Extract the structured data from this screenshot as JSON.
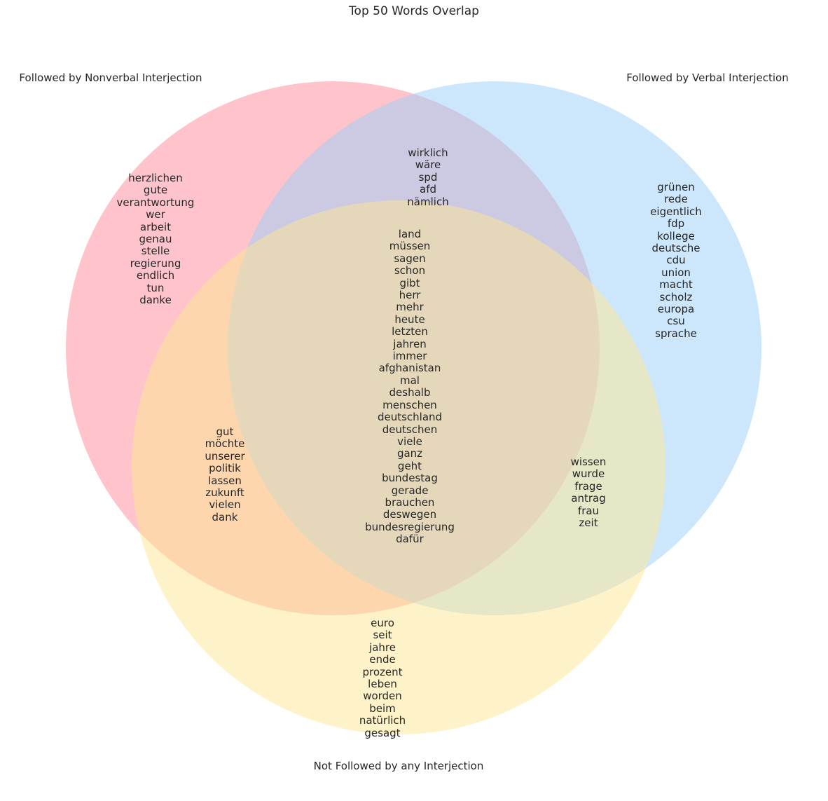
{
  "title": "Top 50 Words Overlap",
  "sets": {
    "nonverbal": {
      "label": "Followed by Nonverbal Interjection",
      "color": "#ff8a98"
    },
    "verbal": {
      "label": "Followed by Verbal Interjection",
      "color": "#9acdf9"
    },
    "none": {
      "label": "Not Followed by any Interjection",
      "color": "#fde791"
    }
  },
  "regions": {
    "nonverbal_only": [
      "herzlichen",
      "gute",
      "verantwortung",
      "wer",
      "arbeit",
      "genau",
      "stelle",
      "regierung",
      "endlich",
      "tun",
      "danke"
    ],
    "verbal_only": [
      "grünen",
      "rede",
      "eigentlich",
      "fdp",
      "kollege",
      "deutsche",
      "cdu",
      "union",
      "macht",
      "scholz",
      "europa",
      "csu",
      "sprache"
    ],
    "nonverbal_and_verbal": [
      "wirklich",
      "wäre",
      "spd",
      "afd",
      "nämlich"
    ],
    "all_three": [
      "land",
      "müssen",
      "sagen",
      "schon",
      "gibt",
      "herr",
      "mehr",
      "heute",
      "letzten",
      "jahren",
      "immer",
      "afghanistan",
      "mal",
      "deshalb",
      "menschen",
      "deutschland",
      "deutschen",
      "viele",
      "ganz",
      "geht",
      "bundestag",
      "gerade",
      "brauchen",
      "deswegen",
      "bundesregierung",
      "dafür"
    ],
    "nonverbal_and_none": [
      "gut",
      "möchte",
      "unserer",
      "politik",
      "lassen",
      "zukunft",
      "vielen",
      "dank"
    ],
    "verbal_and_none": [
      "wissen",
      "wurde",
      "frage",
      "antrag",
      "frau",
      "zeit"
    ],
    "none_only": [
      "euro",
      "seit",
      "jahre",
      "ende",
      "prozent",
      "leben",
      "worden",
      "beim",
      "natürlich",
      "gesagt"
    ]
  }
}
